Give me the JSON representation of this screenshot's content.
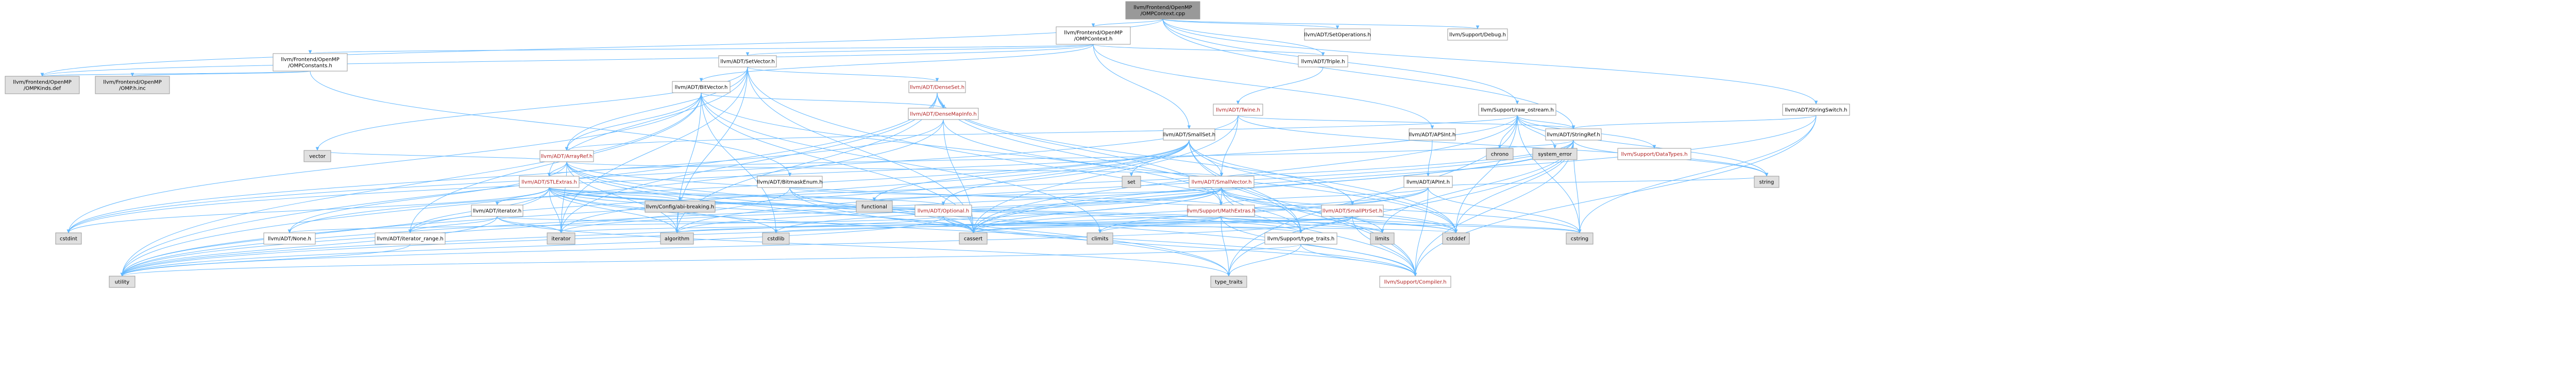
{
  "colors": {
    "background": "#ffffff",
    "edge": "#63b8ff",
    "node_fill": "#ffffff",
    "node_fill_root": "#999999",
    "node_fill_grey": "#e0e0e0",
    "node_border": "#999999",
    "node_text": "#000000",
    "node_text_incomplete": "#b22222"
  },
  "nodes": {
    "root": {
      "lines": [
        "llvm/Frontend/OpenMP",
        "/OMPContext.cpp"
      ],
      "fill": "root"
    },
    "ompcontext_h": {
      "lines": [
        "llvm/Frontend/OpenMP",
        "/OMPContext.h"
      ]
    },
    "setoperations": {
      "lines": [
        "llvm/ADT/SetOperations.h"
      ]
    },
    "debug": {
      "lines": [
        "llvm/Support/Debug.h"
      ]
    },
    "ompconstants": {
      "lines": [
        "llvm/Frontend/OpenMP",
        "/OMPConstants.h"
      ]
    },
    "setvector": {
      "lines": [
        "llvm/ADT/SetVector.h"
      ]
    },
    "triple": {
      "lines": [
        "llvm/ADT/Triple.h"
      ]
    },
    "ompkinds": {
      "lines": [
        "llvm/Frontend/OpenMP",
        "/OMPKinds.def"
      ],
      "fill": "grey"
    },
    "ompinc": {
      "lines": [
        "llvm/Frontend/OpenMP",
        "/OMP.h.inc"
      ],
      "fill": "grey"
    },
    "bitvector": {
      "lines": [
        "llvm/ADT/BitVector.h"
      ]
    },
    "denseset": {
      "lines": [
        "llvm/ADT/DenseSet.h"
      ],
      "red": true
    },
    "twine": {
      "lines": [
        "llvm/ADT/Twine.h"
      ],
      "red": true
    },
    "raw_ostream": {
      "lines": [
        "llvm/Support/raw_ostream.h"
      ]
    },
    "stringswitch": {
      "lines": [
        "llvm/ADT/StringSwitch.h"
      ]
    },
    "densemapinfo": {
      "lines": [
        "llvm/ADT/DenseMapInfo.h"
      ],
      "red": true
    },
    "smallset": {
      "lines": [
        "llvm/ADT/SmallSet.h"
      ]
    },
    "apsint": {
      "lines": [
        "llvm/ADT/APSInt.h"
      ]
    },
    "stringref": {
      "lines": [
        "llvm/ADT/StringRef.h"
      ]
    },
    "chrono": {
      "lines": [
        "chrono"
      ],
      "fill": "grey"
    },
    "system_error": {
      "lines": [
        "system_error"
      ],
      "fill": "grey"
    },
    "datatypes": {
      "lines": [
        "llvm/Support/DataTypes.h"
      ],
      "red": true
    },
    "arrayref": {
      "lines": [
        "llvm/ADT/ArrayRef.h"
      ],
      "red": true
    },
    "vector": {
      "lines": [
        "vector"
      ],
      "fill": "grey"
    },
    "stlextras": {
      "lines": [
        "llvm/ADT/STLExtras.h"
      ],
      "red": true
    },
    "bitmaskenum": {
      "lines": [
        "llvm/ADT/BitmaskEnum.h"
      ]
    },
    "smallvector": {
      "lines": [
        "llvm/ADT/SmallVector.h"
      ],
      "red": true
    },
    "set": {
      "lines": [
        "set"
      ],
      "fill": "grey"
    },
    "apint": {
      "lines": [
        "llvm/ADT/APInt.h"
      ]
    },
    "string": {
      "lines": [
        "string"
      ],
      "fill": "grey"
    },
    "config": {
      "lines": [
        "llvm/Config/abi-breaking.h"
      ],
      "fill": "grey"
    },
    "functional": {
      "lines": [
        "functional"
      ],
      "fill": "grey"
    },
    "optional": {
      "lines": [
        "llvm/ADT/Optional.h"
      ],
      "red": true
    },
    "mathextras": {
      "lines": [
        "llvm/Support/MathExtras.h"
      ],
      "red": true
    },
    "smallptrset": {
      "lines": [
        "llvm/ADT/SmallPtrSet.h"
      ],
      "red": true
    },
    "iterator": {
      "lines": [
        "llvm/ADT/iterator.h"
      ]
    },
    "cstdint": {
      "lines": [
        "cstdint"
      ],
      "fill": "grey"
    },
    "none": {
      "lines": [
        "llvm/ADT/None.h"
      ]
    },
    "iterator_range": {
      "lines": [
        "llvm/ADT/iterator_range.h"
      ]
    },
    "iterator_std": {
      "lines": [
        "iterator"
      ],
      "fill": "grey"
    },
    "algorithm": {
      "lines": [
        "algorithm"
      ],
      "fill": "grey"
    },
    "cstdlib": {
      "lines": [
        "cstdlib"
      ],
      "fill": "grey"
    },
    "cassert": {
      "lines": [
        "cassert"
      ],
      "fill": "grey"
    },
    "climits": {
      "lines": [
        "climits"
      ],
      "fill": "grey"
    },
    "type_traits_h": {
      "lines": [
        "llvm/Support/type_traits.h"
      ]
    },
    "limits": {
      "lines": [
        "limits"
      ],
      "fill": "grey"
    },
    "cstddef": {
      "lines": [
        "cstddef"
      ],
      "fill": "grey"
    },
    "cstring": {
      "lines": [
        "cstring"
      ],
      "fill": "grey"
    },
    "utility": {
      "lines": [
        "utility"
      ],
      "fill": "grey"
    },
    "type_traits": {
      "lines": [
        "type_traits"
      ],
      "fill": "grey"
    },
    "compiler": {
      "lines": [
        "llvm/Support/Compiler.h"
      ],
      "red": true
    }
  }
}
